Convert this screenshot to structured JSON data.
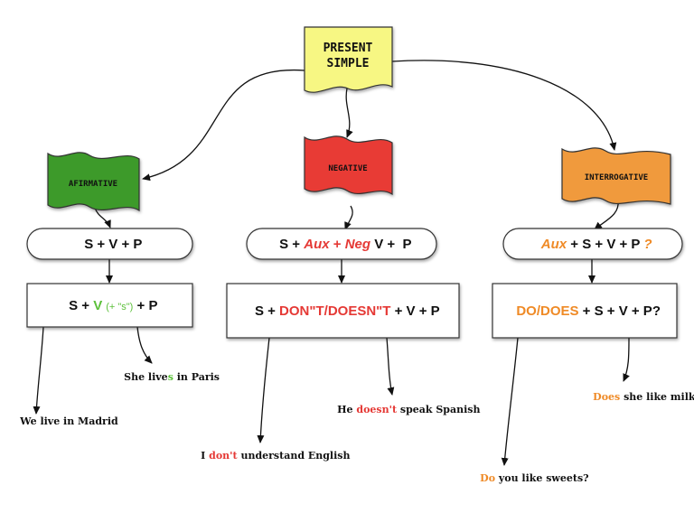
{
  "root": {
    "line1": "PRESENT",
    "line2": "SIMPLE",
    "color": "#f7f783"
  },
  "colors": {
    "green": "#3d9a2a",
    "red": "#e83b35",
    "orange": "#f09a3e",
    "red_text": "#e53935",
    "orange_text": "#ef8a26",
    "green_text": "#5cc03a"
  },
  "branches": {
    "affirmative": {
      "flag": "AFIRMATIVE",
      "formula": {
        "s": "S + ",
        "v": "V + P"
      },
      "rule": {
        "a": "S + ",
        "v": "V",
        "note": "(+ \"s\")",
        "b": " + P"
      },
      "ex1": {
        "a": "She live",
        "hl": "s",
        "b": " in Paris"
      },
      "ex2": {
        "a": "We live in Madrid"
      }
    },
    "negative": {
      "flag": "NEGATIVE",
      "formula": {
        "a": "S + ",
        "aux": "Aux",
        "plus": " + ",
        "neg": "Neg",
        "b": " V +  P"
      },
      "rule": {
        "a": "S + ",
        "hl": "DON\"T/DOESN\"T",
        "b": " + V + P"
      },
      "ex1": {
        "a": "He ",
        "hl": "doesn't",
        "b": " speak Spanish"
      },
      "ex2": {
        "a": "I ",
        "hl": "don't",
        "b": " understand English"
      }
    },
    "interrogative": {
      "flag": "INTERROGATIVE",
      "formula": {
        "aux": "Aux",
        "a": " + S + V + P ",
        "q": "?"
      },
      "rule": {
        "hl": "DO/DOES",
        "a": " + S + V + P?"
      },
      "ex1": {
        "hl": "Does",
        "a": " she like milk?"
      },
      "ex2": {
        "hl": "Do",
        "a": " you like sweets?"
      }
    }
  }
}
